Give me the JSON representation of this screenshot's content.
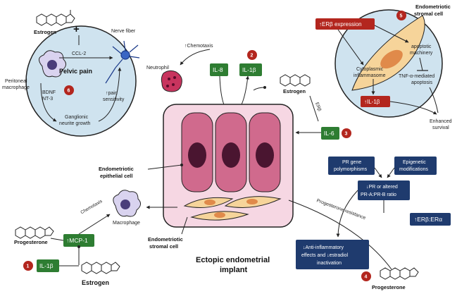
{
  "panel_top_left": {
    "estrogen": "Estrogen",
    "plus": "+",
    "peritoneal_macrophage": [
      "Peritoneal",
      "macrophage"
    ],
    "nerve_fiber": "Nerve fiber",
    "ccl2": "CCL-2",
    "pelvic_pain": "Pelvic pain",
    "number": "6",
    "bdnf": [
      "BDNF",
      "NT-3"
    ],
    "pain_sensitivity": [
      "↑pain",
      "sensitivity"
    ],
    "ganglionic": [
      "Ganglionic",
      "neurite growth"
    ]
  },
  "panel_top_right": {
    "title": [
      "Endometriotic",
      "stromal cell"
    ],
    "number": "5",
    "erb_expression": "↑ERβ expression",
    "apoptotic_machinery": [
      "apoptotic",
      "machinery"
    ],
    "cytoplasmic_inflammasome": [
      "Cytoplasmic",
      "inflammasome"
    ],
    "tnf_apoptosis": [
      "TNF-α-mediated",
      "apoptosis"
    ],
    "il1b": "↑IL-1β",
    "enhanced_survival": [
      "Enhanced",
      "survival"
    ]
  },
  "center_top": {
    "chemotaxis": "↑Chemotaxis",
    "neutrophil": "Neutrophil",
    "il8": "IL-8",
    "il1b": "IL-1β",
    "number": "2",
    "estrogen": "Estrogen",
    "erb": "ERβ",
    "il6": "IL-6",
    "number3": "3"
  },
  "implant": {
    "epithelial_cell": [
      "Endometriotic",
      "epithelial cell"
    ],
    "stromal_cell": [
      "Endometriotic",
      "stromal cell"
    ],
    "title": [
      "Ectopic endometrial",
      "implant"
    ]
  },
  "bottom_left": {
    "chemotaxis": "Chemotaxis",
    "macrophage": "Macrophage",
    "progesterone": "Progesterone",
    "mcp1": "↑MCP-1",
    "number": "1",
    "il1b": "IL-1β",
    "estrogen": "Estrogen"
  },
  "bottom_right": {
    "pr_gene": [
      "PR gene",
      "polymorphisms"
    ],
    "epigenetic": [
      "Epigenetic",
      "modifications"
    ],
    "pr_ratio": [
      "↓PR or altered",
      "PR-A:PR-B ratio"
    ],
    "progesterone_resistance": "Progesterone resistance",
    "er_ratio": "↑ERβ:ERα",
    "anti_inflammatory": [
      "↓Anti-inflammatory",
      "effects and ↓estradiol",
      "inactivation"
    ],
    "number": "4",
    "progesterone": "Progesterone"
  },
  "colors": {
    "green": "#2e7d32",
    "red": "#b3261e",
    "navy": "#1f3b6e",
    "circle_fill": "#cfe3ef",
    "implant_fill": "#f6d7e3",
    "cell_fill": "#d06a8d",
    "stromal_fill": "#f6d49a"
  }
}
